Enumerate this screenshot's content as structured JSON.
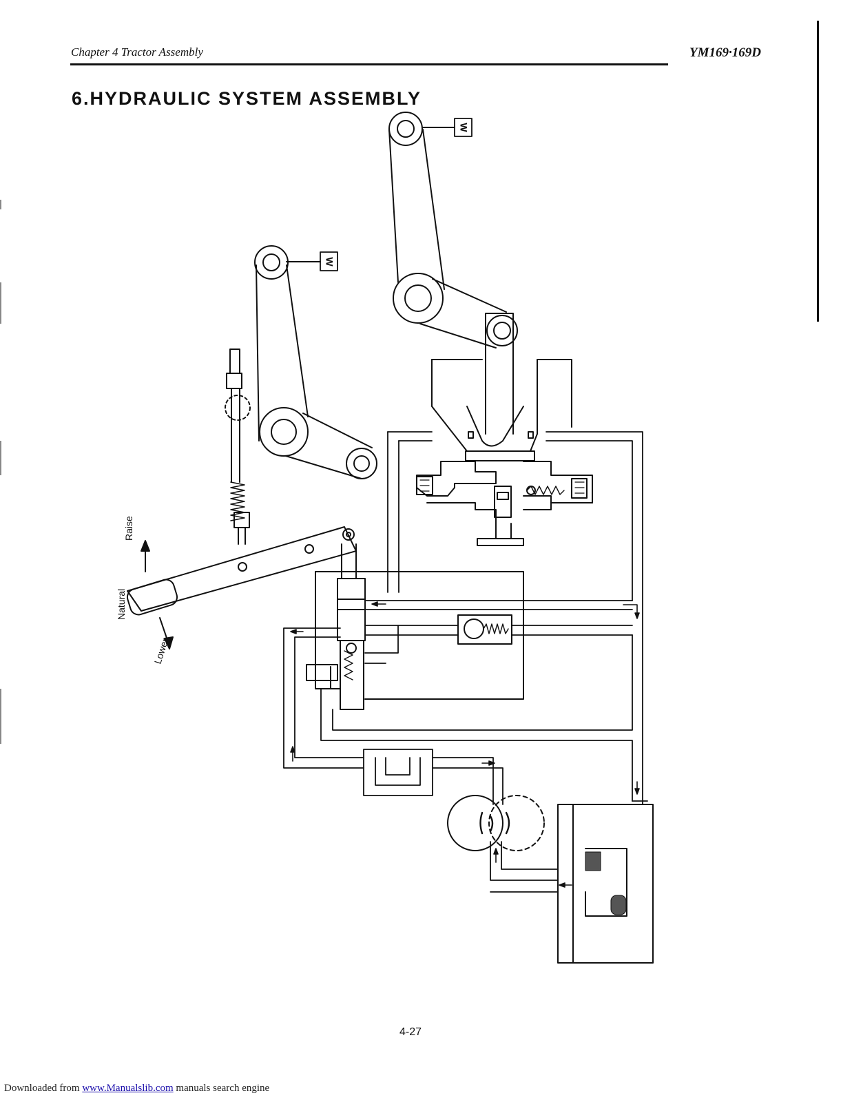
{
  "header": {
    "chapter": "Chapter 4  Tractor Assembly",
    "model": "YM169·169D"
  },
  "section_title": "6.HYDRAULIC SYSTEM ASSEMBLY",
  "diagram": {
    "lever_labels": {
      "raise": "Raise",
      "natural": "Natural",
      "lower": "Lower"
    },
    "marker_glyph": "W"
  },
  "page_number": "4-27",
  "footer": {
    "prefix": "Downloaded from ",
    "link_text": "www.Manualslib.com",
    "suffix": " manuals search engine"
  }
}
